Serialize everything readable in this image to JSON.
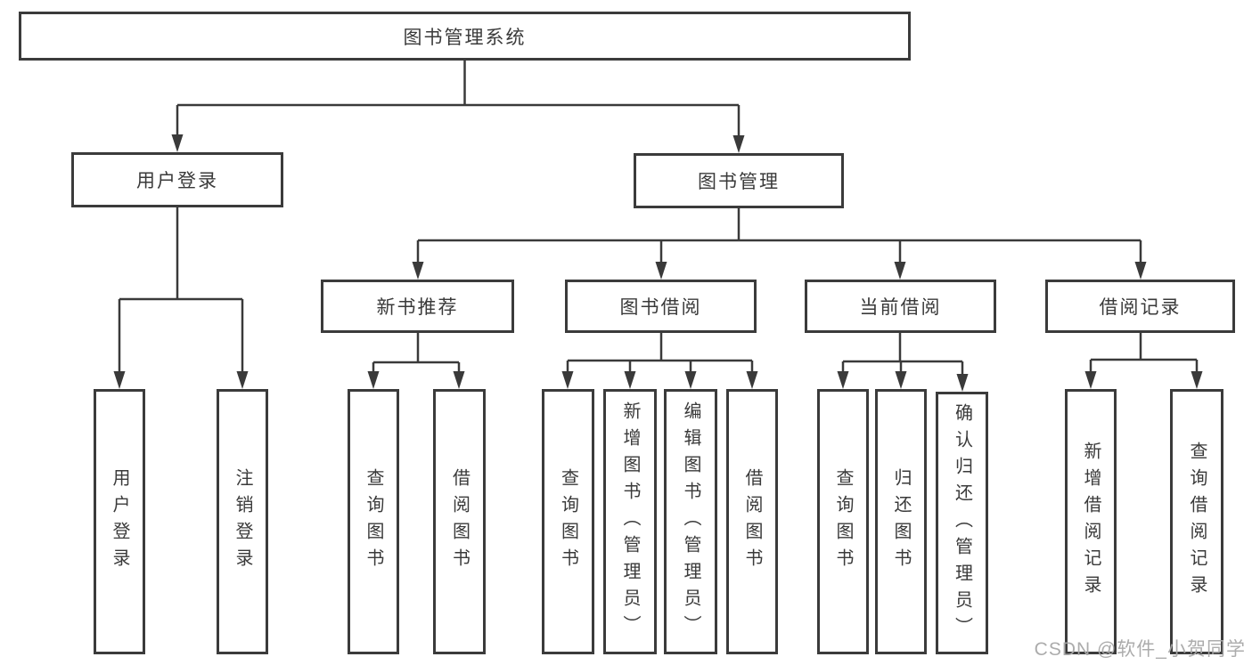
{
  "tree": {
    "root": {
      "label": "图书管理系统"
    },
    "branches": [
      {
        "label": "用户登录",
        "children": [
          {
            "label": "用户登录"
          },
          {
            "label": "注销登录"
          }
        ]
      },
      {
        "label": "图书管理",
        "children": [
          {
            "label": "新书推荐",
            "children": [
              {
                "label": "查询图书"
              },
              {
                "label": "借阅图书"
              }
            ]
          },
          {
            "label": "图书借阅",
            "children": [
              {
                "label": "查询图书"
              },
              {
                "label": "新增图书（管理员）"
              },
              {
                "label": "编辑图书（管理员）"
              },
              {
                "label": "借阅图书"
              }
            ]
          },
          {
            "label": "当前借阅",
            "children": [
              {
                "label": "查询图书"
              },
              {
                "label": "归还图书"
              },
              {
                "label": "确认归还（管理员）"
              }
            ]
          },
          {
            "label": "借阅记录",
            "children": [
              {
                "label": "新增借阅记录"
              },
              {
                "label": "查询借阅记录"
              }
            ]
          }
        ]
      }
    ]
  },
  "palette": {
    "line": "#3a3a3a",
    "text": "#3a3a3a",
    "watermark": "#a8a8a8",
    "background": "#ffffff"
  },
  "watermark": "CSDN @软件_小贺同学"
}
